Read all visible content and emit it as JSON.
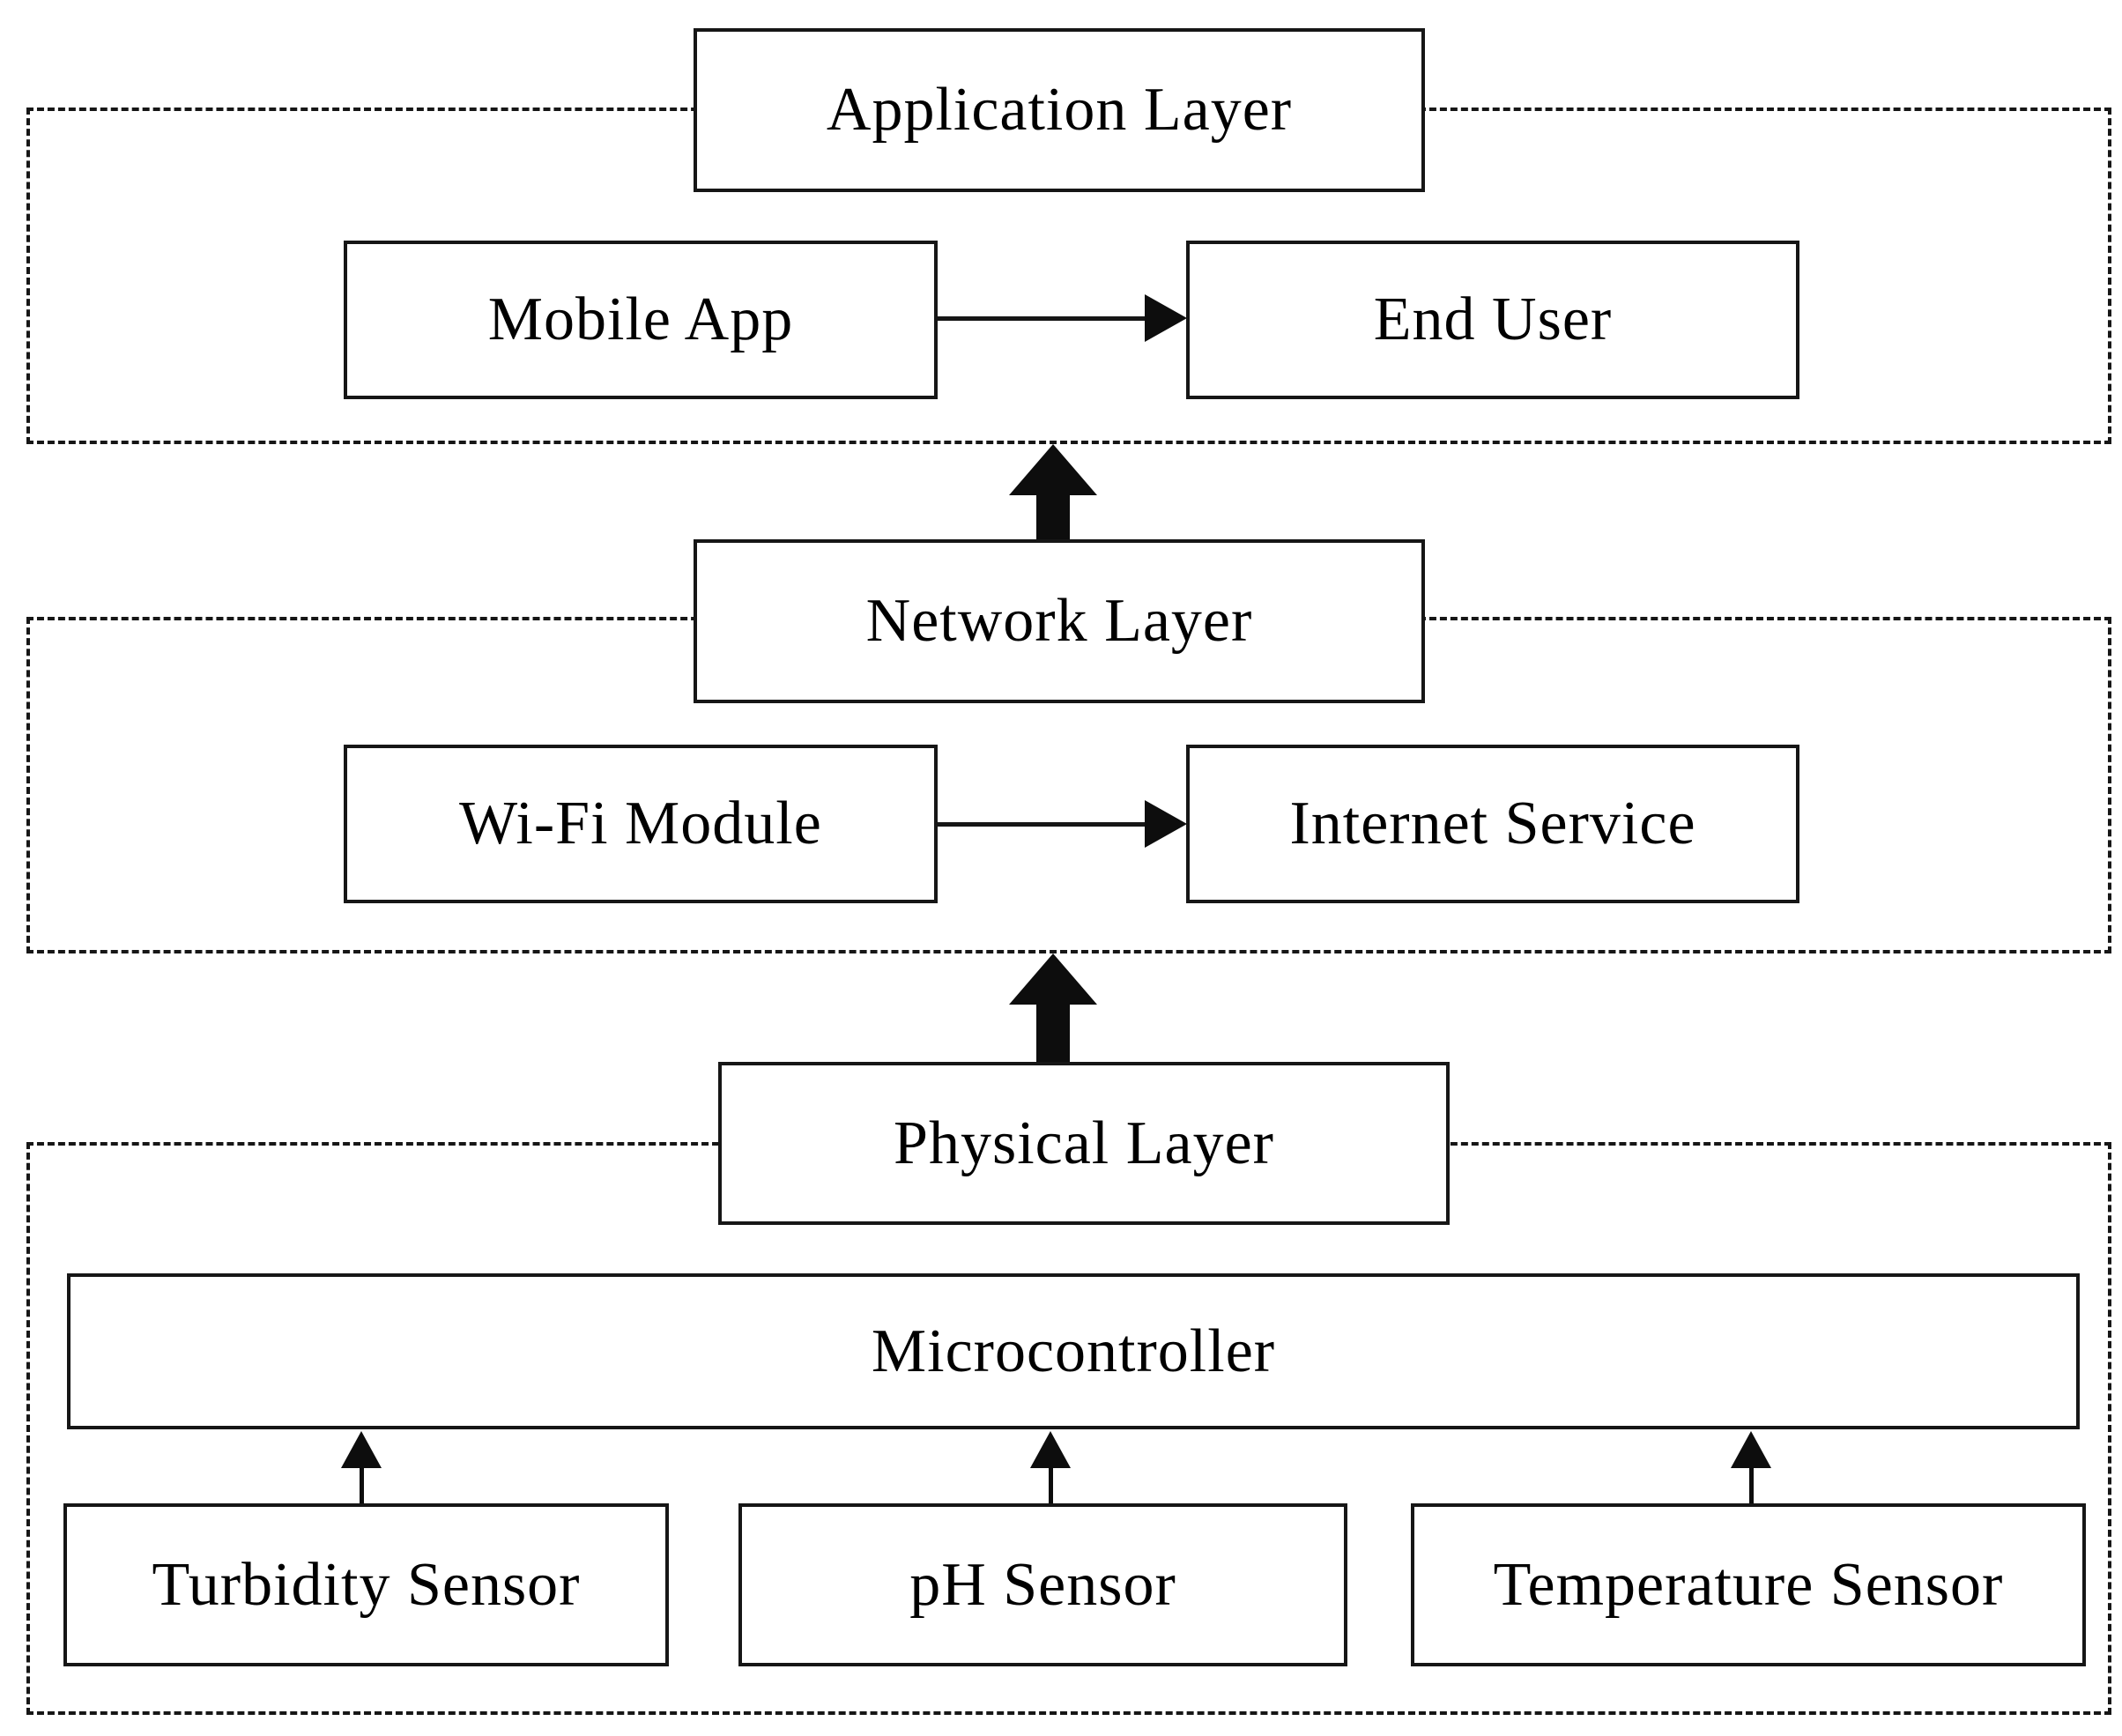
{
  "layers": [
    {
      "name": "application",
      "title": "Application Layer",
      "nodes": [
        {
          "label": "Mobile App"
        },
        {
          "label": "End User"
        }
      ]
    },
    {
      "name": "network",
      "title": "Network Layer",
      "nodes": [
        {
          "label": "Wi-Fi Module"
        },
        {
          "label": "Internet Service"
        }
      ]
    },
    {
      "name": "physical",
      "title": "Physical Layer",
      "nodes": [
        {
          "label": "Microcontroller"
        },
        {
          "label": "Turbidity Sensor"
        },
        {
          "label": "pH Sensor"
        },
        {
          "label": "Temperature Sensor"
        }
      ]
    }
  ],
  "connections": [
    {
      "from": "Mobile App",
      "to": "End User",
      "style": "thin-horizontal"
    },
    {
      "from": "Wi-Fi Module",
      "to": "Internet Service",
      "style": "thin-horizontal"
    },
    {
      "from": "Network Layer",
      "to": "Application Layer",
      "style": "thick-vertical"
    },
    {
      "from": "Physical Layer",
      "to": "Network Layer",
      "style": "thick-vertical"
    },
    {
      "from": "Turbidity Sensor",
      "to": "Microcontroller",
      "style": "thin-vertical"
    },
    {
      "from": "pH Sensor",
      "to": "Microcontroller",
      "style": "thin-vertical"
    },
    {
      "from": "Temperature Sensor",
      "to": "Microcontroller",
      "style": "thin-vertical"
    }
  ],
  "colors": {
    "line": "#161616",
    "background": "#ffffff",
    "text": "#000000"
  }
}
